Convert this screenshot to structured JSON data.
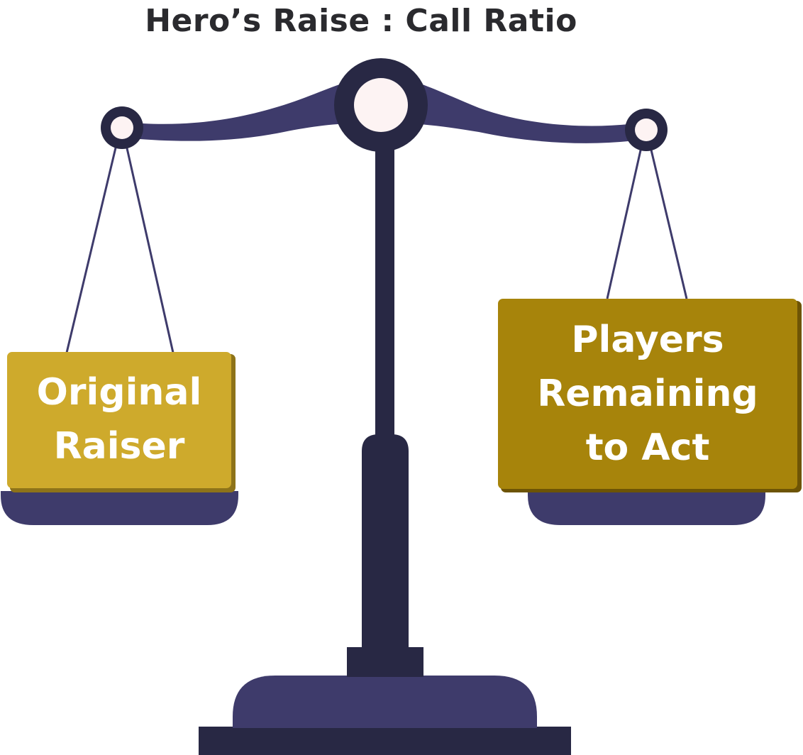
{
  "title": "Hero’s Raise : Call Ratio",
  "left_box": {
    "lines": [
      "Original",
      "Raiser"
    ]
  },
  "right_box": {
    "lines": [
      "Players",
      "Remaining",
      "to Act"
    ]
  },
  "colors": {
    "dark_navy": "#282844",
    "indigo": "#3e3b6b",
    "pivot_fill": "#fdf3f3",
    "left_box": "#ceaa2c",
    "left_box_shadow": "#8e7319",
    "right_box": "#a7840b",
    "right_box_shadow": "#6d5405",
    "title_text": "#2a2a2e",
    "label_text": "#ffffff"
  }
}
